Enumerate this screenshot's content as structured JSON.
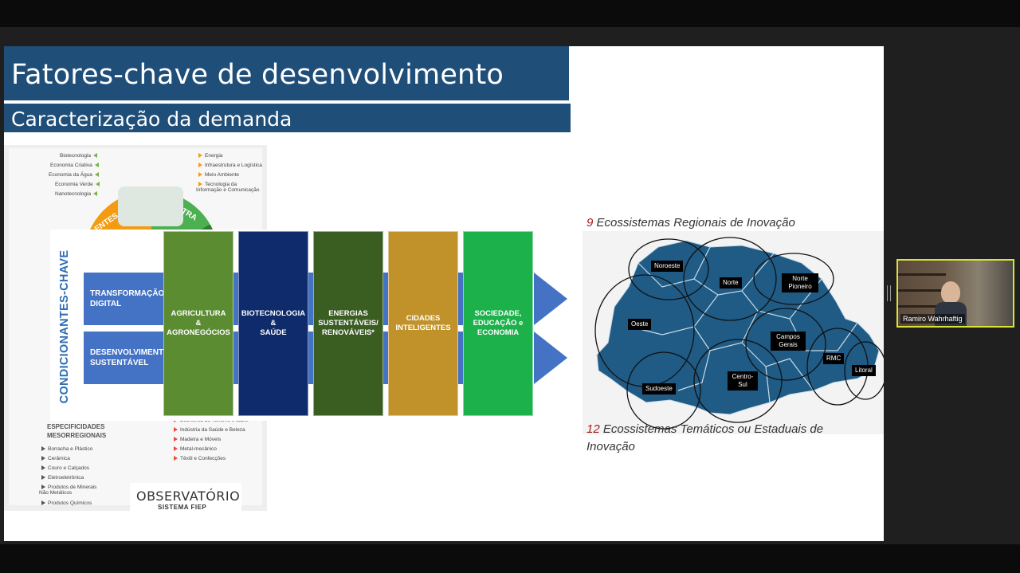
{
  "slide": {
    "title": "Fatores-chave de desenvolvimento",
    "subtitle": "Caracterização da demanda"
  },
  "background_infographic": {
    "left_list": [
      "Biotecnologia",
      "Economia Criativa",
      "Economia da Água",
      "Economia Verde",
      "Nanotecnologia"
    ],
    "right_list": [
      "Energia",
      "Infraestrutura e Logística",
      "Meio Ambiente",
      "Tecnologia da Informação e Comunicação"
    ],
    "specificities_title": "ESPECIFICIDADES MESORREGIONAIS",
    "bottom_left_list": [
      "Borracha e Plástico",
      "Cerâmica",
      "Couro e Calçados",
      "Eletroeletrônica",
      "Produtos de Minerais Não Metálicos",
      "Produtos Químicos"
    ],
    "bottom_right_list": [
      "Economia do Turismo e Lazer",
      "Indústria da Saúde e Beleza",
      "Madeira e Móveis",
      "Metal-mecânico",
      "Têxtil e Confecções"
    ],
    "wheel_fragments": [
      "ENTES",
      "TRA"
    ],
    "logo_title": "OBSERVATÓRIO",
    "logo_sub": "SISTEMA FIEP"
  },
  "diagram": {
    "side_label": "CONDICIONANTES-CHAVE",
    "bands": [
      "TRANSFORMAÇÃO DIGITAL",
      "DESENVOLVIMENTO SUSTENTÁVEL"
    ],
    "columns": [
      {
        "label": "AGRICULTURA\n&\nAGRONEGÓCIOS",
        "color": "#5b8c32"
      },
      {
        "label": "BIOTECNOLOGIA\n&\nSAÚDE",
        "color": "#0f2b6b"
      },
      {
        "label": "ENERGIAS\nSUSTENTÁVEIS/\nRENOVÁVEIS*",
        "color": "#3a5d22"
      },
      {
        "label": "CIDADES\nINTELIGENTES",
        "color": "#c1922a"
      },
      {
        "label": "SOCIEDADE,\nEDUCAÇÃO e\nECONOMIA",
        "color": "#1db14c"
      }
    ],
    "band_color": "#4472c4",
    "side_label_color": "#2f6db5"
  },
  "ecosystems": {
    "top_num": "9",
    "top_text": " Ecossistemas Regionais de Inovação",
    "bottom_num": "12",
    "bottom_text": " Ecossistemas Temáticos ou Estaduais de Inovação",
    "regions": [
      "Noroeste",
      "Norte",
      "Norte Pioneiro",
      "Oeste",
      "Campos Gerais",
      "RMC",
      "Litoral",
      "Centro-Sul",
      "Sudoeste"
    ],
    "map_color": "#1f5b85"
  },
  "nav": {
    "icons": [
      "prev-arrow-icon",
      "pen-icon",
      "menu-icon",
      "next-arrow-icon"
    ]
  },
  "webcam": {
    "name": "Ramiro Wahrhaftig"
  }
}
